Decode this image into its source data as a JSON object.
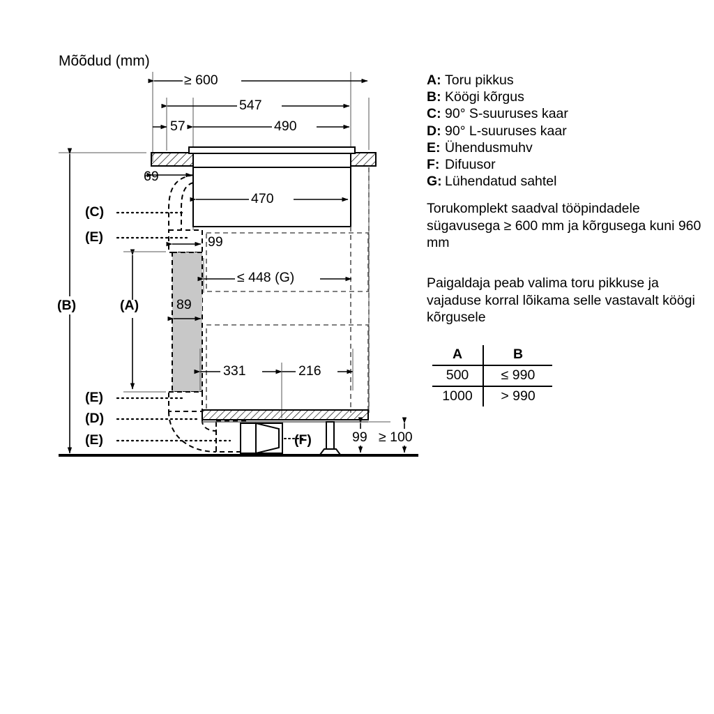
{
  "title": "Mõõdud (mm)",
  "legend": {
    "items": [
      {
        "key": "A:",
        "label": "Toru pikkus"
      },
      {
        "key": "B:",
        "label": "Köögi kõrgus"
      },
      {
        "key": "C:",
        "label": "90° S-suuruses kaar"
      },
      {
        "key": "D:",
        "label": "90° L-suuruses kaar"
      },
      {
        "key": "E:",
        "label": "Ühendusmuhv"
      },
      {
        "key": "F:",
        "label": "Difuusor"
      },
      {
        "key": "G:",
        "label": "Lühendatud sahtel"
      }
    ]
  },
  "notes": {
    "note1": "Torukomplekt saadval tööpindadele sügavusega ≥ 600 mm ja kõrgusega kuni 960 mm",
    "note2": "Paigaldaja peab valima toru pikkuse ja vajaduse korral lõikama selle vastavalt köögi kõrgusele"
  },
  "table": {
    "headers": [
      "A",
      "B"
    ],
    "rows": [
      [
        "500",
        "≤ 990"
      ],
      [
        "1000",
        "> 990"
      ]
    ]
  },
  "drawing": {
    "dimensions": {
      "top_overall": "≥ 600",
      "top_547": "547",
      "top_57": "57",
      "top_490": "490",
      "d69": "69",
      "d470": "470",
      "d99_pipe": "99",
      "d89": "89",
      "g_width": "≤ 448 (G)",
      "d331": "331",
      "d216": "216",
      "d99_bottom": "99",
      "d100": "≥ 100"
    },
    "callouts": {
      "b": "(B)",
      "a": "(A)",
      "c": "(C)",
      "e1": "(E)",
      "e2": "(E)",
      "d": "(D)",
      "e3": "(E)",
      "f": "(F)"
    }
  },
  "colors": {
    "line": "#000000",
    "pipe_fill": "#c8c8c8",
    "thin_line": "#555555"
  }
}
